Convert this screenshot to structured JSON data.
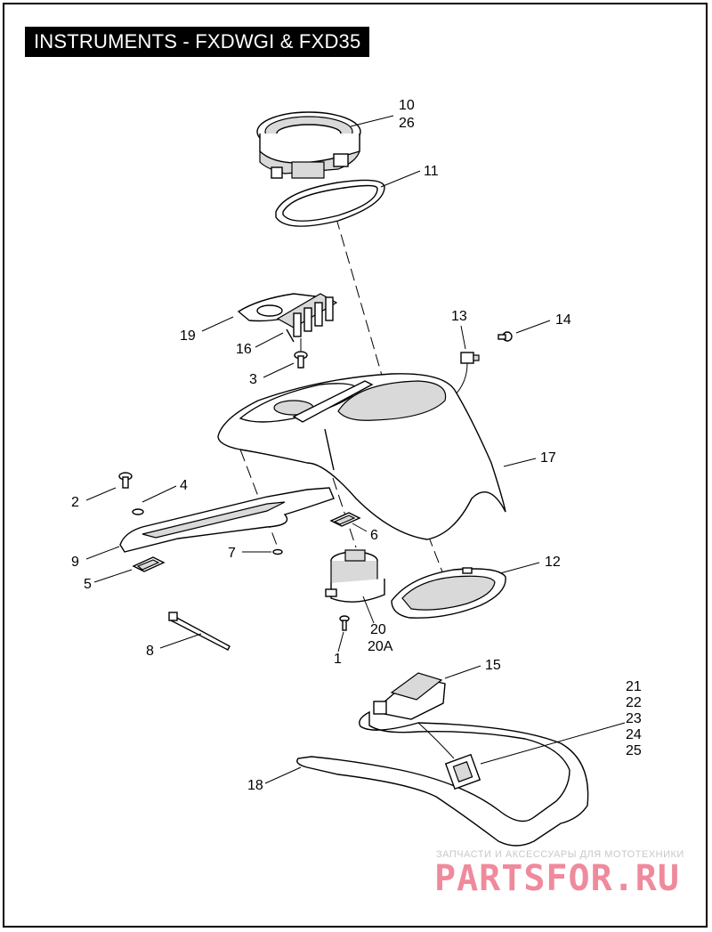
{
  "title": "INSTRUMENTS - FXDWGI & FXD35",
  "callouts": {
    "c1": "1",
    "c2": "2",
    "c3": "3",
    "c4": "4",
    "c5": "5",
    "c6": "6",
    "c7": "7",
    "c8": "8",
    "c9": "9",
    "c10": "10",
    "c26": "26",
    "c11": "11",
    "c12": "12",
    "c13": "13",
    "c14": "14",
    "c15": "15",
    "c16": "16",
    "c17": "17",
    "c18": "18",
    "c19": "19",
    "c20": "20",
    "c20a": "20A",
    "c21": "21",
    "c22": "22",
    "c23": "23",
    "c24": "24",
    "c25": "25"
  },
  "watermark": {
    "tagline": "ЗАПЧАСТИ И АКСЕССУАРЫ ДЛЯ МОТОТЕХНИКИ",
    "brand": "PARTSFOR.RU"
  }
}
